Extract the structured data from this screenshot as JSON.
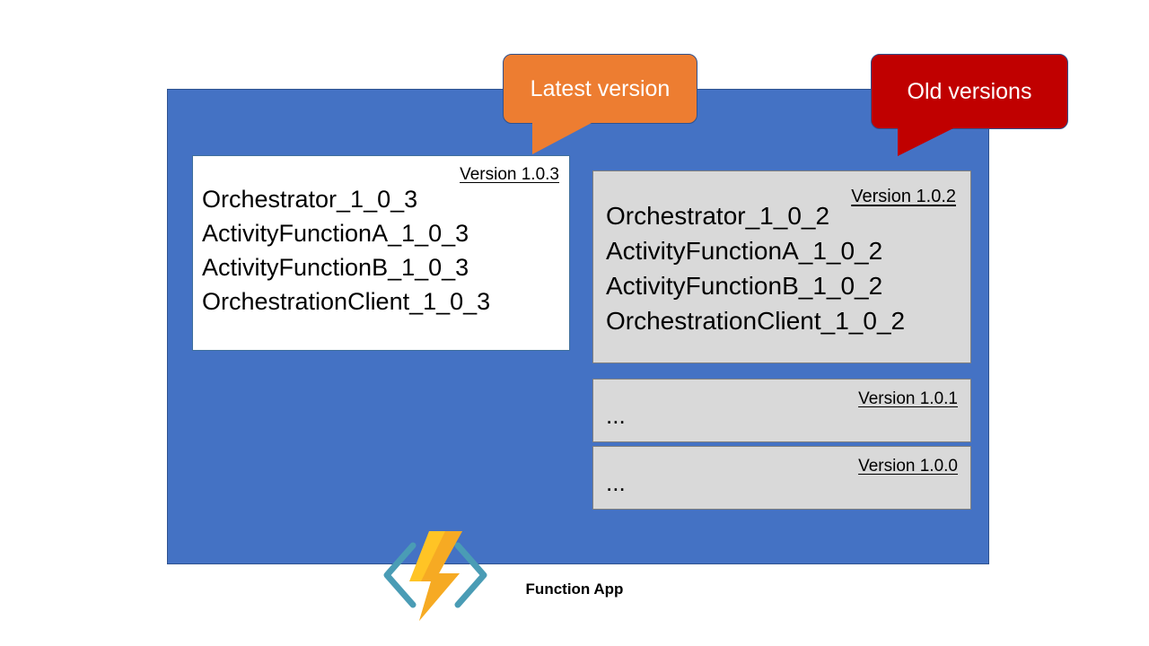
{
  "diagram": {
    "caption": "Function App",
    "panel_color": "#4472c4",
    "callouts": [
      {
        "id": "latest",
        "label": "Latest version",
        "color": "#ed7d31"
      },
      {
        "id": "old",
        "label": "Old versions",
        "color": "#c00000"
      }
    ],
    "latest_box": {
      "version_label": "Version 1.0.3",
      "background": "#ffffff",
      "functions": [
        "Orchestrator_1_0_3",
        "ActivityFunctionA_1_0_3",
        "ActivityFunctionB_1_0_3",
        "OrchestrationClient_1_0_3"
      ]
    },
    "old_boxes": [
      {
        "version_label": "Version 1.0.2",
        "background": "#d9d9d9",
        "functions": [
          "Orchestrator_1_0_2",
          "ActivityFunctionA_1_0_2",
          "ActivityFunctionB_1_0_2",
          "OrchestrationClient_1_0_2"
        ]
      },
      {
        "version_label": "Version 1.0.1",
        "background": "#d9d9d9",
        "ellipsis": "..."
      },
      {
        "version_label": "Version 1.0.0",
        "background": "#d9d9d9",
        "ellipsis": "..."
      }
    ],
    "logo": {
      "name": "azure-functions-logo",
      "bolt_color_light": "#ffc425",
      "bolt_color_dark": "#f5a623",
      "bracket_color": "#4a9cb5"
    }
  }
}
